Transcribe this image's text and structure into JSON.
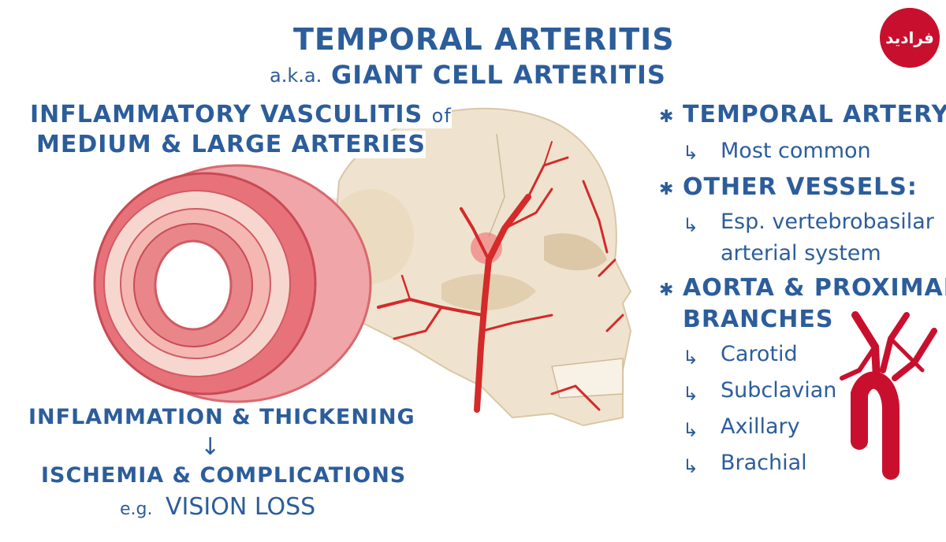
{
  "title": "TEMPORAL ARTERITIS",
  "subtitle_prefix": "a.k.a.",
  "subtitle": "GIANT CELL ARTERITIS",
  "definition_line1_main": "INFLAMMATORY VASCULITIS",
  "definition_line1_suffix": "of",
  "definition_line2": "MEDIUM & LARGE ARTERIES",
  "pathway": {
    "step1": "INFLAMMATION & THICKENING",
    "arrow": "↓",
    "step2": "ISCHEMIA & COMPLICATIONS",
    "example_prefix": "e.g.",
    "example": "VISION LOSS"
  },
  "sites": [
    {
      "heading": "TEMPORAL ARTERY",
      "notes": [
        "Most common"
      ]
    },
    {
      "heading": "OTHER VESSELS:",
      "notes": [
        "Esp. vertebrobasilar",
        "arterial system"
      ]
    },
    {
      "heading": "AORTA & PROXIMAL",
      "heading2": "BRANCHES",
      "notes": [
        "Carotid",
        "Subclavian",
        "Axillary",
        "Brachial"
      ]
    }
  ],
  "bullet_symbol": "✱",
  "logo_text": "فرادید",
  "colors": {
    "text_blue": "#2c5d9b",
    "artery_red": "#d42a2a",
    "vessel_pink": "#e8727a",
    "bone": "#efe3cf"
  }
}
